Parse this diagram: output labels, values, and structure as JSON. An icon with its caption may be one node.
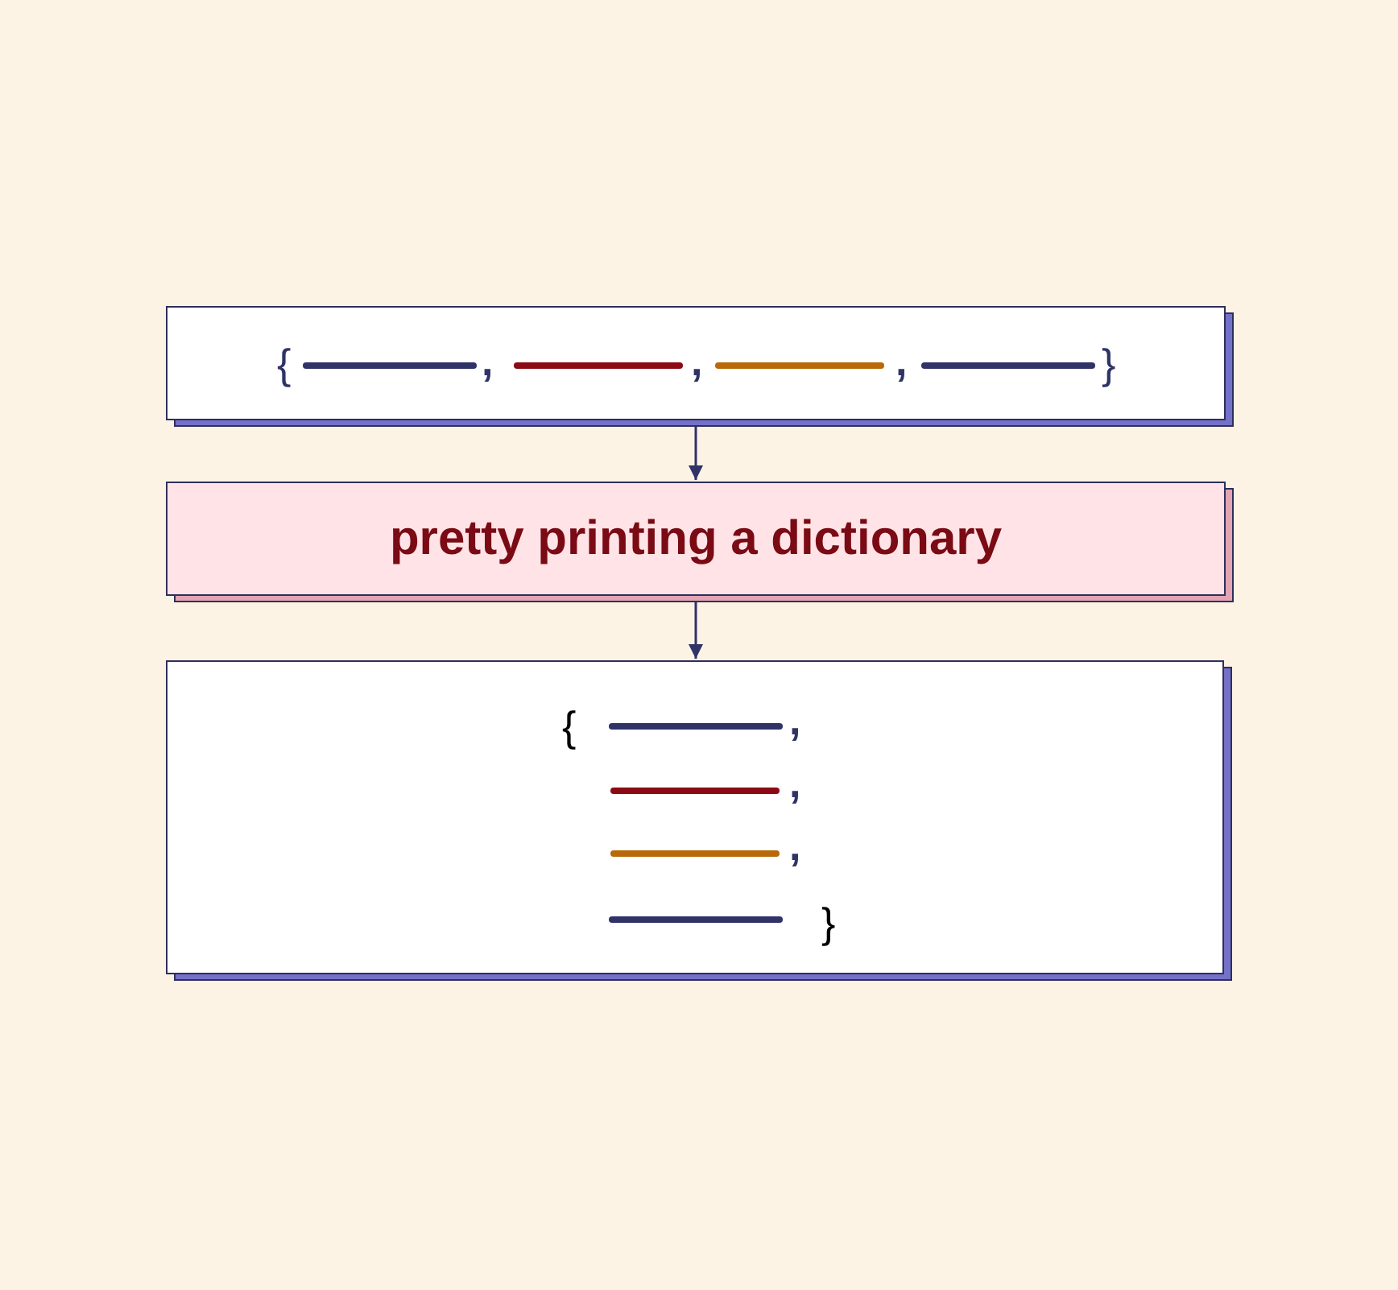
{
  "diagram": {
    "nodes": [
      {
        "text": [
          "{",
          ",",
          ",",
          ",",
          "}"
        ]
      },
      {
        "text": [
          "pretty printing a dictionary"
        ]
      },
      {
        "text": [
          "{",
          ",",
          ",",
          ",",
          "}"
        ]
      }
    ],
    "edges": [
      {
        "from": 0,
        "to": 1,
        "arrow": "to"
      },
      {
        "from": 1,
        "to": 2,
        "arrow": "to"
      }
    ]
  }
}
